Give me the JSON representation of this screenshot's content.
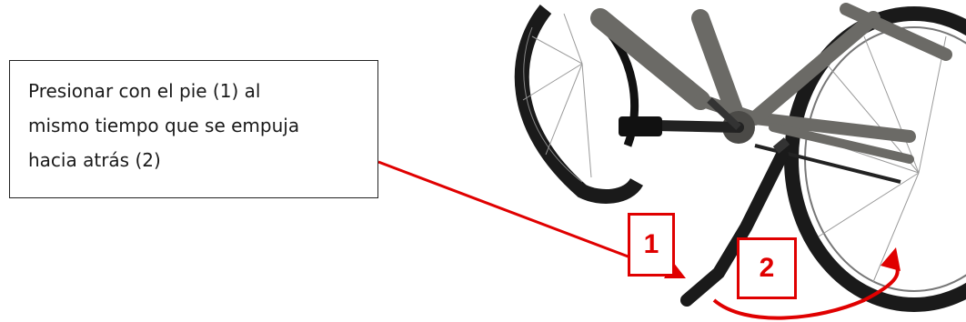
{
  "callout": {
    "lines": [
      "Presionar con el pie (1) al",
      "mismo tiempo que se empuja",
      "hacia atrás (2)"
    ]
  },
  "markers": {
    "step1": "1",
    "step2": "2"
  },
  "colors": {
    "accent": "#e00000",
    "frame": "#6b6a66",
    "tire": "#1a1a1a"
  },
  "icons": {
    "bike": "bicycle-photo",
    "arrow1": "pointer-arrow",
    "arrow2": "curved-arrow"
  }
}
